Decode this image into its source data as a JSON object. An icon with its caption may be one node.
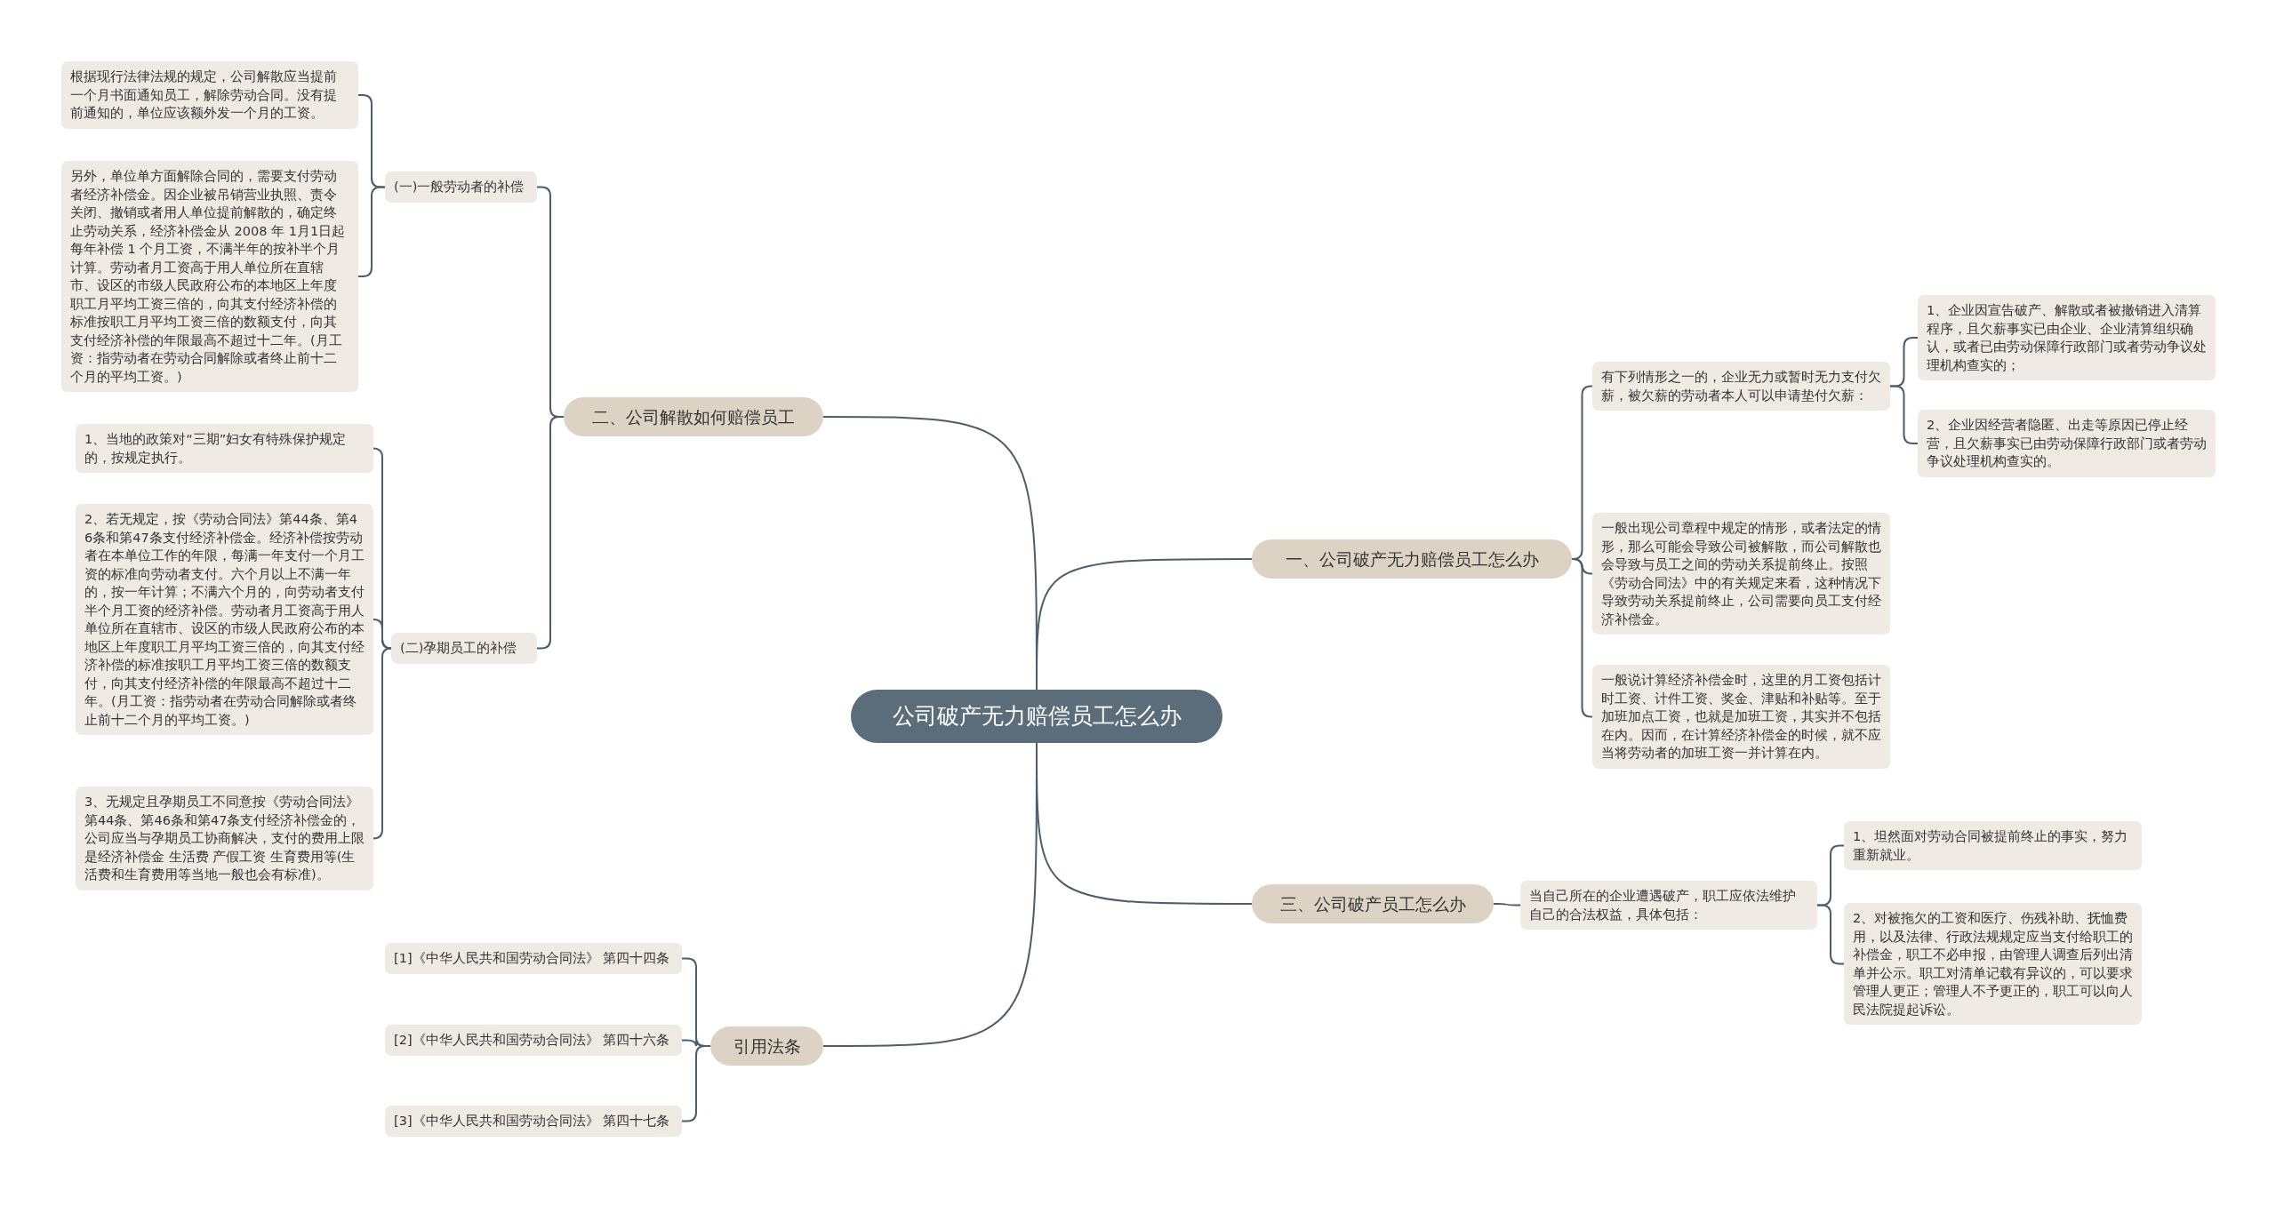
{
  "diagram": {
    "nodes": [
      {
        "text": [
          "公司破产无力赔偿员工怎么办"
        ]
      },
      {
        "text": [
          "一、公司破产无力赔偿员工怎么办"
        ]
      },
      {
        "text": [
          "有下列情形之一的，企业无力或暂时无力支付欠薪，被欠薪的劳动者本人可以申请垫付欠薪："
        ]
      },
      {
        "text": [
          "一般出现公司章程中规定的情形，或者法定的情形，那么可能会导致公司被解散，而公司解散也会导致与员工之间的劳动关系提前终止。按照《劳动合同法》中的有关规定来看，这种情况下导致劳动关系提前终止，公司需要向员工支付经济补偿金。"
        ]
      },
      {
        "text": [
          "一般说计算经济补偿金时，这里的月工资包括计时工资、计件工资、奖金、津贴和补贴等。至于加班加点工资，也就是加班工资，其实并不包括在内。因而，在计算经济补偿金的时候，就不应当将劳动者的加班工资一并计算在内。"
        ]
      },
      {
        "text": [
          "1、企业因宣告破产、解散或者被撤销进入清算程序，且欠薪事实已由企业、企业清算组织确认，或者已由劳动保障行政部门或者劳动争议处理机构查实的；"
        ]
      },
      {
        "text": [
          "2、企业因经营者隐匿、出走等原因已停止经营，且欠薪事实已由劳动保障行政部门或者劳动争议处理机构查实的。"
        ]
      },
      {
        "text": [
          "二、公司解散如何赔偿员工"
        ]
      },
      {
        "text": [
          "(一)一般劳动者的补偿"
        ]
      },
      {
        "text": [
          "根据现行法律法规的规定，公司解散应当提前一个月书面通知员工，解除劳动合同。没有提前通知的，单位应该额外发一个月的工资。"
        ]
      },
      {
        "text": [
          "另外，单位单方面解除合同的，需要支付劳动者经济补偿金。因企业被吊销营业执照、责令关闭、撤销或者用人单位提前解散的，确定终止劳动关系，经济补偿金从 2008 年 1月1日起每年补偿 1 个月工资，不满半年的按补半个月计算。劳动者月工资高于用人单位所在直辖市、设区的市级人民政府公布的本地区上年度职工月平均工资三倍的，向其支付经济补偿的标准按职工月平均工资三倍的数额支付，向其支付经济补偿的年限最高不超过十二年。(月工资：指劳动者在劳动合同解除或者终止前十二个月的平均工资。)"
        ]
      },
      {
        "text": [
          "(二)孕期员工的补偿"
        ]
      },
      {
        "text": [
          "1、当地的政策对“三期”妇女有特殊保护规定的，按规定执行。"
        ]
      },
      {
        "text": [
          "2、若无规定，按《劳动合同法》第44条、第46条和第47条支付经济补偿金。经济补偿按劳动者在本单位工作的年限，每满一年支付一个月工资的标准向劳动者支付。六个月以上不满一年的，按一年计算；不满六个月的，向劳动者支付半个月工资的经济补偿。劳动者月工资高于用人单位所在直辖市、设区的市级人民政府公布的本地区上年度职工月平均工资三倍的，向其支付经济补偿的标准按职工月平均工资三倍的数额支付，向其支付经济补偿的年限最高不超过十二年。(月工资：指劳动者在劳动合同解除或者终止前十二个月的平均工资。)"
        ]
      },
      {
        "text": [
          "3、无规定且孕期员工不同意按《劳动合同法》第44条、第46条和第47条支付经济补偿金的，公司应当与孕期员工协商解决，支付的费用上限是经济补偿金 生活费 产假工资 生育费用等(生活费和生育费用等当地一般也会有标准)。"
        ]
      },
      {
        "text": [
          "三、公司破产员工怎么办"
        ]
      },
      {
        "text": [
          "当自己所在的企业遭遇破产，职工应依法维护自己的合法权益，具体包括："
        ]
      },
      {
        "text": [
          "1、坦然面对劳动合同被提前终止的事实，努力重新就业。"
        ]
      },
      {
        "text": [
          "2、对被拖欠的工资和医疗、伤残补助、抚恤费用，以及法律、行政法规规定应当支付给职工的补偿金，职工不必申报，由管理人调查后列出清单并公示。职工对清单记载有异议的，可以要求管理人更正；管理人不予更正的，职工可以向人民法院提起诉讼。"
        ]
      },
      {
        "text": [
          "引用法条"
        ]
      },
      {
        "text": [
          "[1]《中华人民共和国劳动合同法》 第四十四条"
        ]
      },
      {
        "text": [
          "[2]《中华人民共和国劳动合同法》 第四十六条"
        ]
      },
      {
        "text": [
          "[3]《中华人民共和国劳动合同法》 第四十七条"
        ]
      }
    ],
    "edges": [
      {
        "from": 0,
        "to": 1,
        "arrow": "none"
      },
      {
        "from": 1,
        "to": 2,
        "arrow": "none"
      },
      {
        "from": 1,
        "to": 3,
        "arrow": "none"
      },
      {
        "from": 1,
        "to": 4,
        "arrow": "none"
      },
      {
        "from": 2,
        "to": 5,
        "arrow": "none"
      },
      {
        "from": 2,
        "to": 6,
        "arrow": "none"
      },
      {
        "from": 0,
        "to": 7,
        "arrow": "none"
      },
      {
        "from": 7,
        "to": 8,
        "arrow": "none"
      },
      {
        "from": 8,
        "to": 9,
        "arrow": "none"
      },
      {
        "from": 8,
        "to": 10,
        "arrow": "none"
      },
      {
        "from": 7,
        "to": 11,
        "arrow": "none"
      },
      {
        "from": 11,
        "to": 12,
        "arrow": "none"
      },
      {
        "from": 11,
        "to": 13,
        "arrow": "none"
      },
      {
        "from": 11,
        "to": 14,
        "arrow": "none"
      },
      {
        "from": 0,
        "to": 15,
        "arrow": "none"
      },
      {
        "from": 15,
        "to": 16,
        "arrow": "none"
      },
      {
        "from": 16,
        "to": 17,
        "arrow": "none"
      },
      {
        "from": 16,
        "to": 18,
        "arrow": "none"
      },
      {
        "from": 0,
        "to": 19,
        "arrow": "none"
      },
      {
        "from": 19,
        "to": 20,
        "arrow": "none"
      },
      {
        "from": 19,
        "to": 21,
        "arrow": "none"
      },
      {
        "from": 19,
        "to": 22,
        "arrow": "none"
      }
    ]
  }
}
